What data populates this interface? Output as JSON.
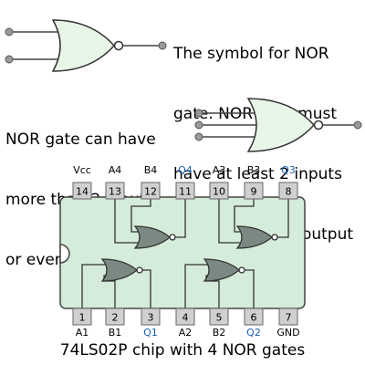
{
  "symbol_description": [
    "The symbol for NOR",
    "gate. NOR gate must",
    "have at least 2 inputs",
    "and excatly one output"
  ],
  "multi_input_description": [
    "NOR gate can have",
    "more than 2 inputs",
    "or even many of them"
  ],
  "caption": "74LS02P chip with 4 NOR gates",
  "chip": {
    "top_pins": [
      {
        "number": "14",
        "label": "Vcc",
        "is_output": false
      },
      {
        "number": "13",
        "label": "A4",
        "is_output": false
      },
      {
        "number": "12",
        "label": "B4",
        "is_output": false
      },
      {
        "number": "11",
        "label": "Q4",
        "is_output": true
      },
      {
        "number": "10",
        "label": "A3",
        "is_output": false
      },
      {
        "number": "9",
        "label": "B3",
        "is_output": false
      },
      {
        "number": "8",
        "label": "Q3",
        "is_output": true
      }
    ],
    "bottom_pins": [
      {
        "number": "1",
        "label": "A1",
        "is_output": false
      },
      {
        "number": "2",
        "label": "B1",
        "is_output": false
      },
      {
        "number": "3",
        "label": "Q1",
        "is_output": true
      },
      {
        "number": "4",
        "label": "A2",
        "is_output": false
      },
      {
        "number": "5",
        "label": "B2",
        "is_output": false
      },
      {
        "number": "6",
        "label": "Q2",
        "is_output": true
      },
      {
        "number": "7",
        "label": "GND",
        "is_output": false
      }
    ]
  },
  "colors": {
    "gate_fill": "#e8f6e8",
    "chip_body": "#d4ecd9",
    "chip_gate_fill": "#7a8a82",
    "pin_fill": "#d0d0d0",
    "output_label": "#1a5fb4",
    "terminal_fill": "#9a9a9a"
  }
}
